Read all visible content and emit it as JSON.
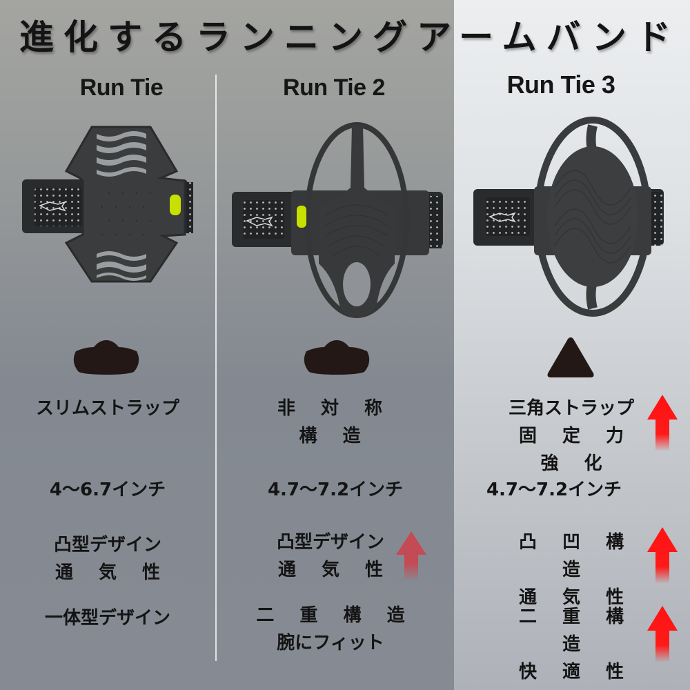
{
  "title": "進化するランニングアームバンド",
  "colors": {
    "text": "#141414",
    "shape": "#231815",
    "arrow_strong": "#ff1010",
    "arrow_faded": "#c0505a",
    "lime_button": "#c8e000",
    "band_dark": "#3c3d3e"
  },
  "products": [
    {
      "name": "Run Tie",
      "strap_profile_icon": "rounded-bump-profile-icon",
      "strap_type": "スリムストラップ",
      "screen_size": "4〜6.7インチ",
      "ventilation": [
        "凸型デザイン",
        "通 気 性"
      ],
      "structure": [
        "一体型デザイン"
      ]
    },
    {
      "name": "Run Tie 2",
      "strap_profile_icon": "rounded-bump-profile-icon",
      "strap_type": "非 対 称 構 造",
      "screen_size": "4.7〜7.2インチ",
      "ventilation": [
        "凸型デザイン",
        "通 気 性"
      ],
      "ventilation_upgrade": "arrow-up-faded",
      "structure": [
        "二 重 構 造",
        "腕にフィット"
      ]
    },
    {
      "name": "Run Tie 3",
      "strap_profile_icon": "triangle-profile-icon",
      "strap_type": [
        "三角ストラップ",
        "固 定 力 強 化"
      ],
      "strap_upgrade": "arrow-up-red",
      "screen_size": "4.7〜7.2インチ",
      "ventilation": [
        "凸 凹 構 造",
        "通 気 性"
      ],
      "ventilation_upgrade": "arrow-up-red",
      "structure": [
        "二 重 構 造",
        "快 適 性"
      ],
      "structure_upgrade": "arrow-up-red"
    }
  ]
}
